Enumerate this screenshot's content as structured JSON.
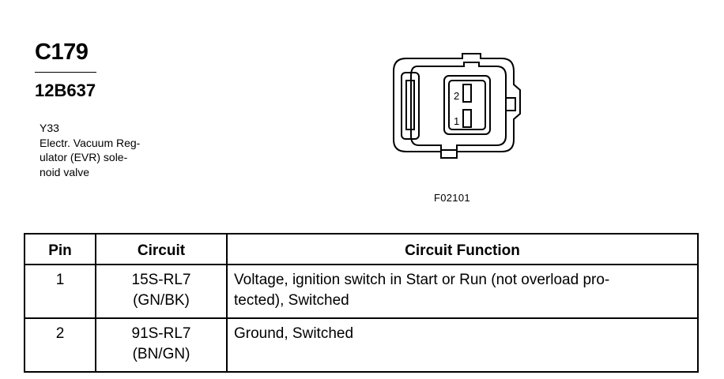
{
  "connector": {
    "id": "C179",
    "part_number": "12B637",
    "description_lines": [
      "Y33",
      "Electr. Vacuum Reg-",
      "ulator (EVR) sole-",
      "noid valve"
    ],
    "figure_id": "F02101",
    "pin_labels": [
      "2",
      "1"
    ]
  },
  "table": {
    "headers": [
      "Pin",
      "Circuit",
      "Circuit Function"
    ],
    "rows": [
      {
        "pin": "1",
        "circuit": [
          "15S-RL7",
          "(GN/BK)"
        ],
        "function": [
          "Voltage, ignition switch in Start or Run (not overload pro-",
          "tected), Switched"
        ]
      },
      {
        "pin": "2",
        "circuit": [
          "91S-RL7",
          "(BN/GN)"
        ],
        "function": [
          "Ground, Switched"
        ]
      }
    ]
  }
}
